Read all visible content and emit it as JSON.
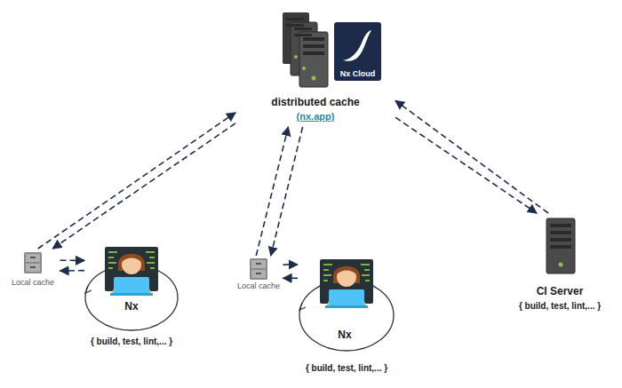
{
  "diagram": {
    "nodes": [
      {
        "text": [
          "distributed cache",
          "(nx.app)"
        ]
      },
      {
        "text": [
          "Local cache"
        ]
      },
      {
        "text": [
          "Nx",
          "{ build, test, lint,... }"
        ]
      },
      {
        "text": [
          "Local cache"
        ]
      },
      {
        "text": [
          "Nx",
          "{ build, test, lint,... }"
        ]
      },
      {
        "text": [
          "CI Server",
          "{ build, test, lint,... }"
        ]
      }
    ],
    "edges": [
      {
        "from": 1,
        "to": 0,
        "arrow": "to"
      },
      {
        "from": 0,
        "to": 1,
        "arrow": "to"
      },
      {
        "from": 3,
        "to": 0,
        "arrow": "to"
      },
      {
        "from": 0,
        "to": 3,
        "arrow": "to"
      },
      {
        "from": 5,
        "to": 0,
        "arrow": "to"
      },
      {
        "from": 0,
        "to": 5,
        "arrow": "to"
      },
      {
        "from": 1,
        "to": 2,
        "arrow": "to"
      },
      {
        "from": 2,
        "to": 1,
        "arrow": "to"
      },
      {
        "from": 3,
        "to": 4,
        "arrow": "to"
      },
      {
        "from": 4,
        "to": 3,
        "arrow": "to"
      }
    ],
    "labels": [
      "Nx Cloud"
    ]
  }
}
